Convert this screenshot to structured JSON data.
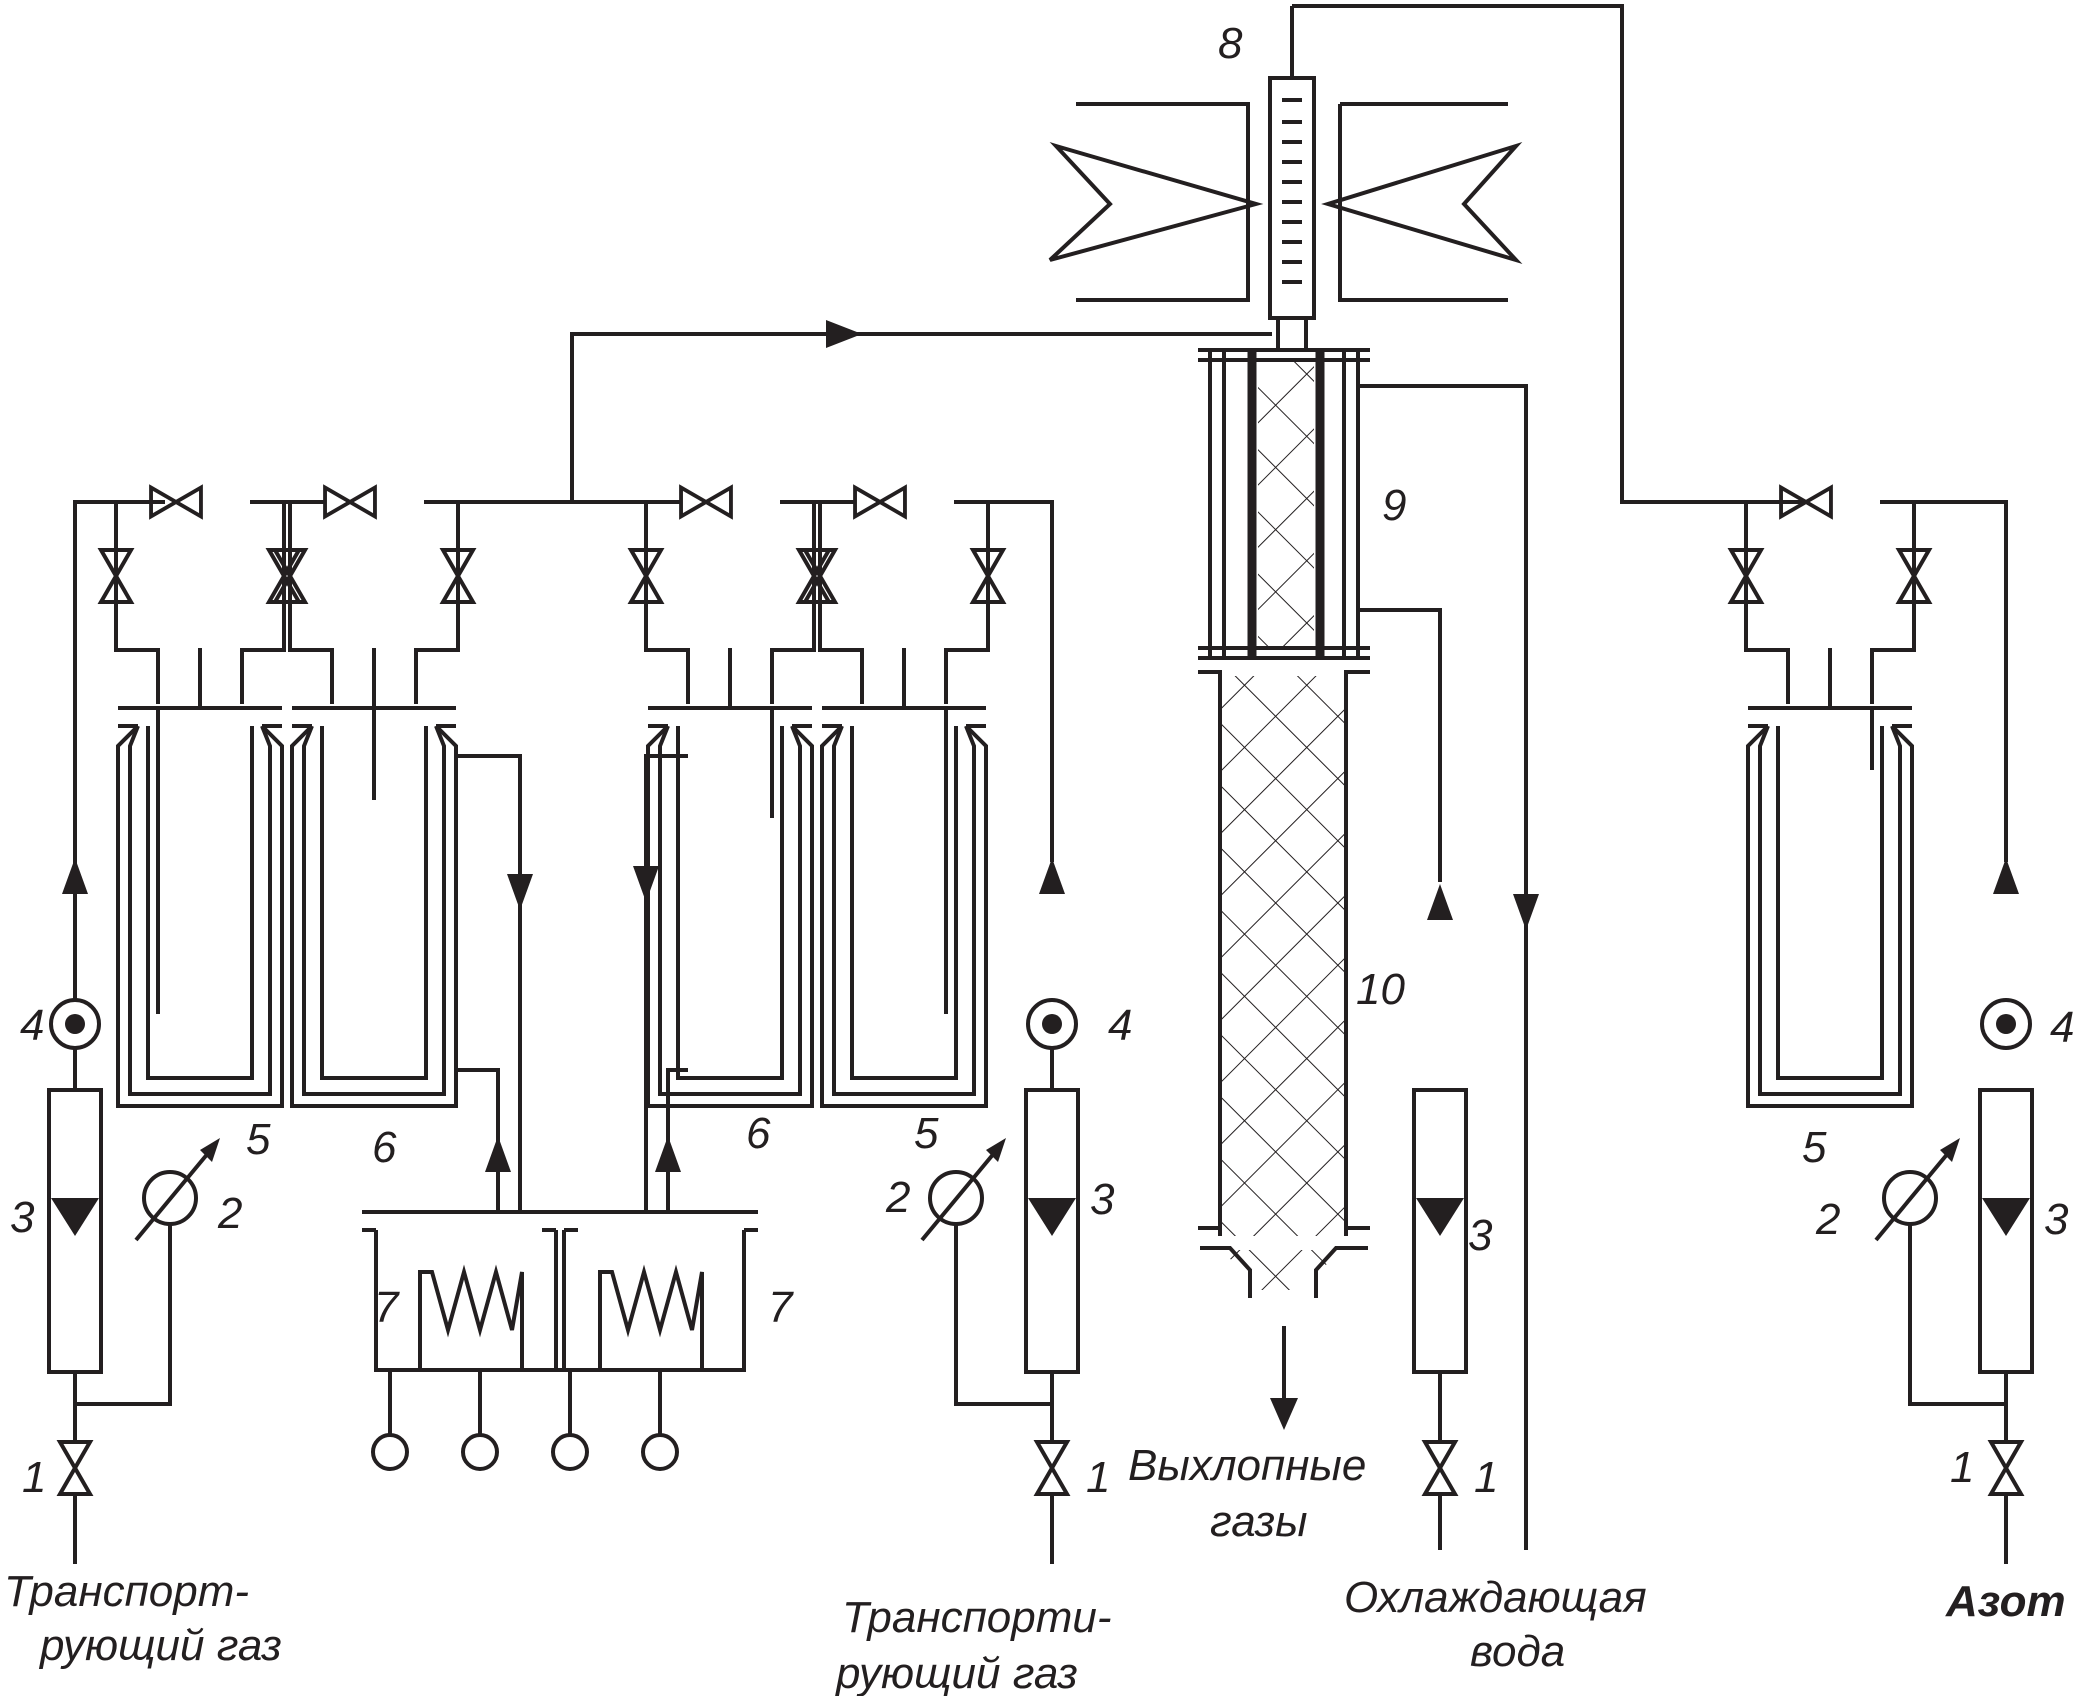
{
  "labels": {
    "carrier_gas_left": [
      "Транспорт-",
      "рующий газ"
    ],
    "carrier_gas_middle": [
      "Транспорти-",
      "рующий газ"
    ],
    "exhaust_gases": [
      "Выхлопные",
      "газы"
    ],
    "cooling_water": [
      "Охлаждающая",
      "вода"
    ],
    "nitrogen": "Азот"
  },
  "numbers": {
    "valve": "1",
    "manometer": "2",
    "rotameter": "3",
    "filter": "4",
    "bubbler_5": "5",
    "bubbler_6": "6",
    "thermostat": "7",
    "furnace": "8",
    "condenser": "9",
    "trap": "10"
  },
  "colors": {
    "line": "#231f20",
    "background": "#ffffff"
  }
}
